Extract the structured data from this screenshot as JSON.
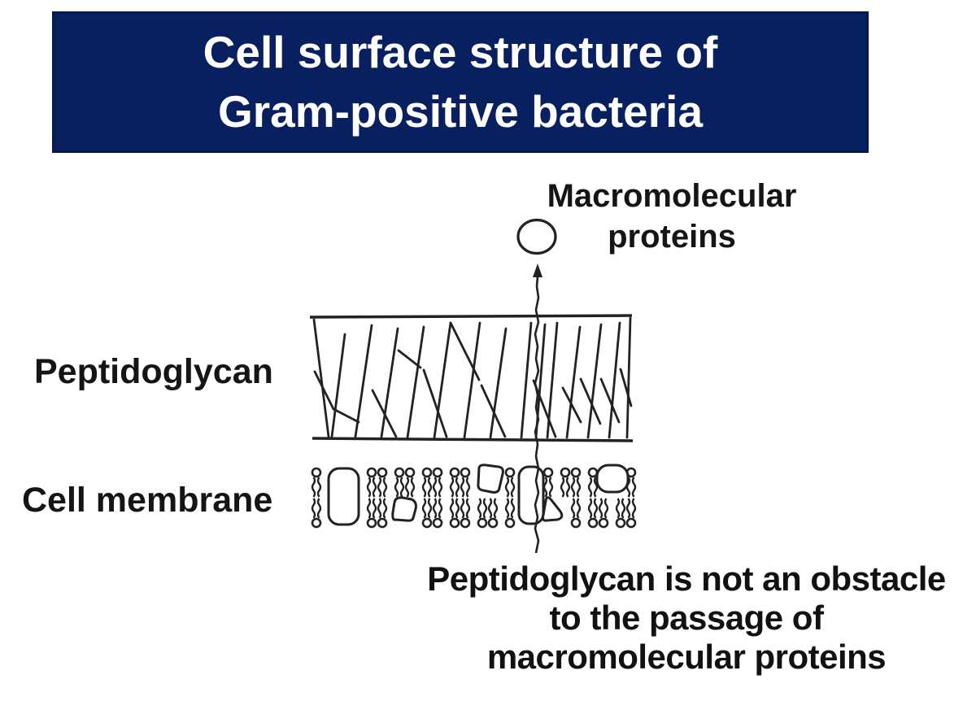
{
  "banner": {
    "title_line1": "Cell surface structure of",
    "title_line2": "Gram-positive bacteria",
    "bg_color": "#082060",
    "text_color": "#ffffff"
  },
  "labels": {
    "macromolecular_line1": "Macromolecular",
    "macromolecular_line2": "proteins",
    "peptidoglycan": "Peptidoglycan",
    "cell_membrane": "Cell membrane"
  },
  "caption": {
    "line1": "Peptidoglycan is not an obstacle",
    "line2": "to the passage of",
    "line3": "macromolecular proteins"
  },
  "diagram": {
    "stroke_color": "#222222",
    "parts": [
      "macromolecule-oval",
      "transport-arrow",
      "peptidoglycan-layer",
      "cell-membrane-bilayer"
    ]
  }
}
